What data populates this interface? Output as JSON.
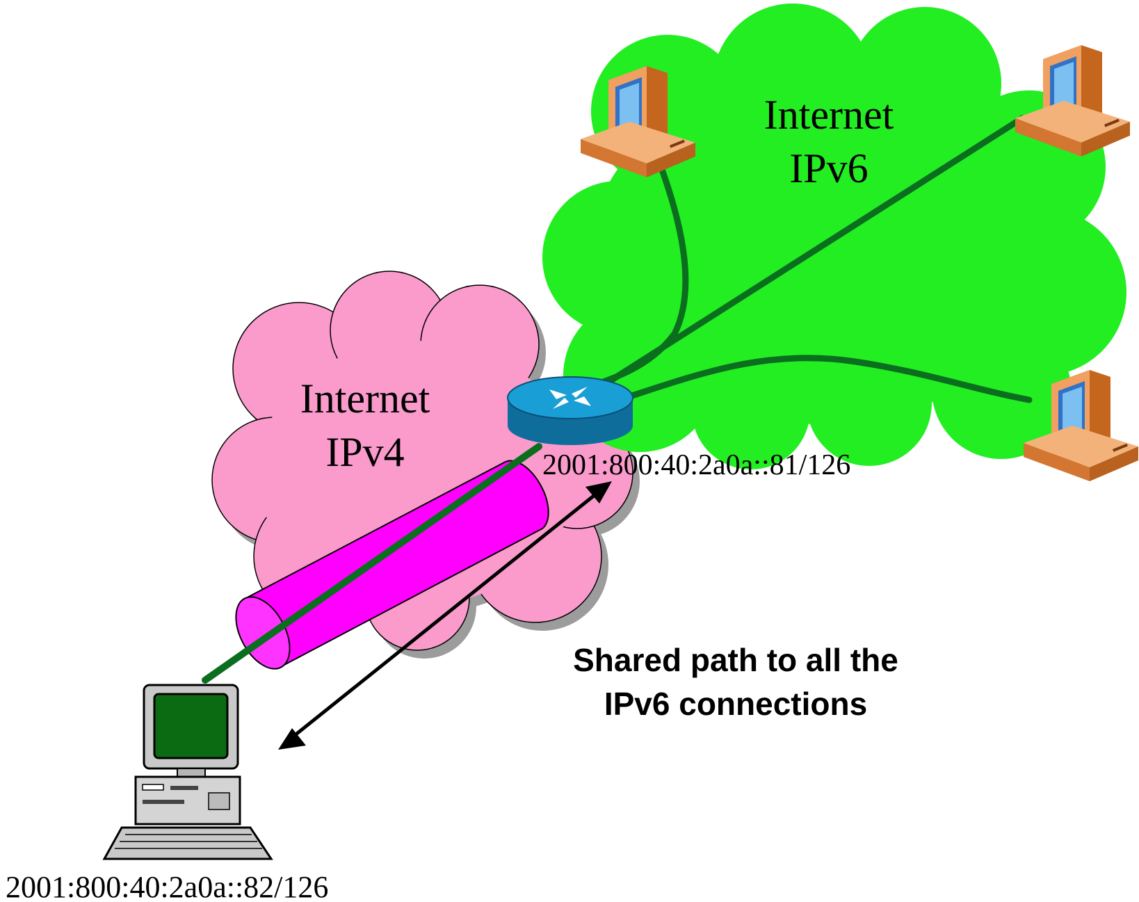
{
  "colors": {
    "ipv6_cloud": "#22ee22",
    "ipv4_cloud": "#fa9bcc",
    "tunnel": "#ff00ff",
    "path": "#0a6e1e",
    "router": "#1a9ed6",
    "pc_body": "#e8893a",
    "screen_blue": "#4aa3e6",
    "client_screen": "#0a6b12"
  },
  "ipv6_cloud": {
    "line1": "Internet",
    "line2": "IPv6"
  },
  "ipv4_cloud": {
    "line1": "Internet",
    "line2": "IPv4"
  },
  "router": {
    "address": "2001:800:40:2a0a::81/126",
    "icon": "router-icon"
  },
  "client": {
    "address": "2001:800:40:2a0a::82/126",
    "icon": "desktop-computer-icon"
  },
  "hosts": [
    {
      "icon": "computer-icon"
    },
    {
      "icon": "computer-icon"
    },
    {
      "icon": "computer-icon"
    }
  ],
  "note": {
    "line1": "Shared path to all the",
    "line2": "IPv6 connections"
  }
}
